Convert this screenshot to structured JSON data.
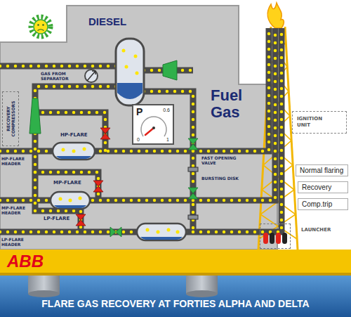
{
  "diagram": {
    "title": "FLARE GAS RECOVERY AT FORTIES ALPHA AND DELTA",
    "nodes": [
      {
        "text": [
          "RECOVERY COMPRESSORS"
        ]
      },
      {
        "text": [
          "P",
          "0.6",
          "0",
          "1"
        ]
      },
      {
        "text": [
          "IGNITION UNIT"
        ]
      },
      {
        "text": [
          "Normal flaring"
        ]
      },
      {
        "text": [
          "Recovery"
        ]
      },
      {
        "text": [
          "Comp.trip"
        ]
      },
      {
        "text": [
          "LAUNCHER"
        ]
      }
    ],
    "labels": [
      "DIESEL",
      "Fuel Gas",
      "GAS FROM SEPARATOR",
      "HP-FLARE",
      "HP-FLARE HEADER",
      "MP-FLARE",
      "MP-FLARE HEADER",
      "LP-FLARE",
      "LP-FLARE HEADER",
      "FAST OPENING VALVE",
      "BURSTING DISK",
      "ABB"
    ]
  }
}
